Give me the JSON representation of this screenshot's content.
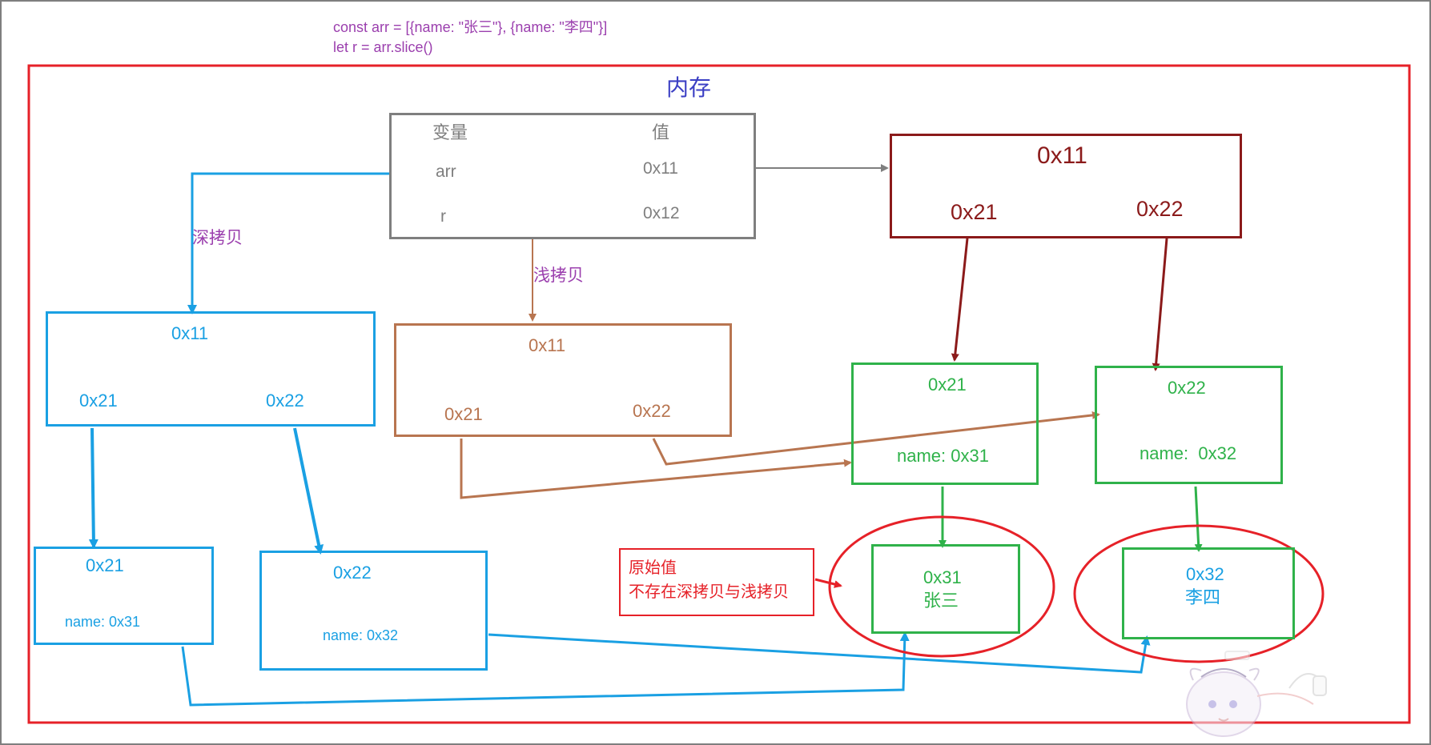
{
  "code": {
    "line1": "const arr = [{name: \"张三\"}, {name: \"李四\"}]",
    "line2": "let r = arr.slice()"
  },
  "memory": {
    "title": "内存"
  },
  "var_table": {
    "header_var": "变量",
    "header_val": "值",
    "rows": [
      {
        "name": "arr",
        "value": "0x11"
      },
      {
        "name": "r",
        "value": "0x12"
      }
    ]
  },
  "arr_object": {
    "addr": "0x11",
    "slot1": "0x21",
    "slot2": "0x22"
  },
  "deep_copy": {
    "label": "深拷贝",
    "addr": "0x11",
    "slot1": "0x21",
    "slot2": "0x22"
  },
  "shallow_copy": {
    "label": "浅拷贝",
    "addr": "0x11",
    "slot1": "0x21",
    "slot2": "0x22"
  },
  "green_obj1": {
    "addr": "0x21",
    "field": "name: 0x31"
  },
  "green_obj2": {
    "addr": "0x22",
    "field": "name:  0x32"
  },
  "deep_obj1": {
    "addr": "0x21",
    "field": "name: 0x31"
  },
  "deep_obj2": {
    "addr": "0x22",
    "field": "name: 0x32"
  },
  "primitive1": {
    "addr": "0x31",
    "value": "张三"
  },
  "primitive2": {
    "addr": "0x32",
    "value": "李四"
  },
  "note": {
    "line1": "原始值",
    "line2": "不存在深拷贝与浅拷贝"
  },
  "colors": {
    "purple": "#9b3fae",
    "red": "#e62128",
    "blue": "#1aa0e3",
    "gray": "#7f7f7f",
    "darkred": "#8b1a1a",
    "brown": "#b87550",
    "green": "#2fb24a",
    "title_blue": "#3b3fc4"
  }
}
